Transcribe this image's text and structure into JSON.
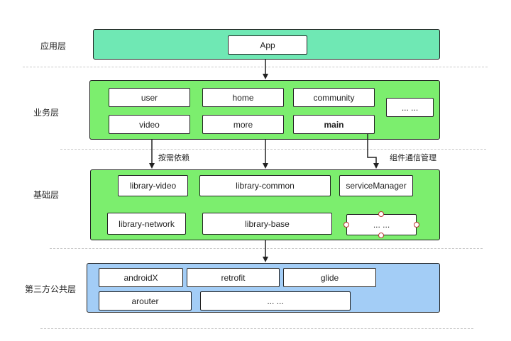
{
  "layers": {
    "app": {
      "label": "应用层",
      "color": "#6fe8b4",
      "nodes": [
        "App"
      ]
    },
    "business": {
      "label": "业务层",
      "color": "#7cee6e",
      "nodes": [
        "user",
        "home",
        "community",
        "... ...",
        "video",
        "more",
        "main"
      ]
    },
    "foundation": {
      "label": "基础层",
      "color": "#7cee6e",
      "nodes": [
        "library-video",
        "library-common",
        "serviceManager",
        "library-network",
        "library-base",
        "... ..."
      ]
    },
    "third_party": {
      "label": "第三方公共层",
      "color": "#a3cdf6",
      "nodes": [
        "androidX",
        "retrofit",
        "glide",
        "arouter",
        "... ..."
      ]
    }
  },
  "connectors": {
    "on_demand": "按需依赖",
    "component_comm": "组件通信管理"
  }
}
